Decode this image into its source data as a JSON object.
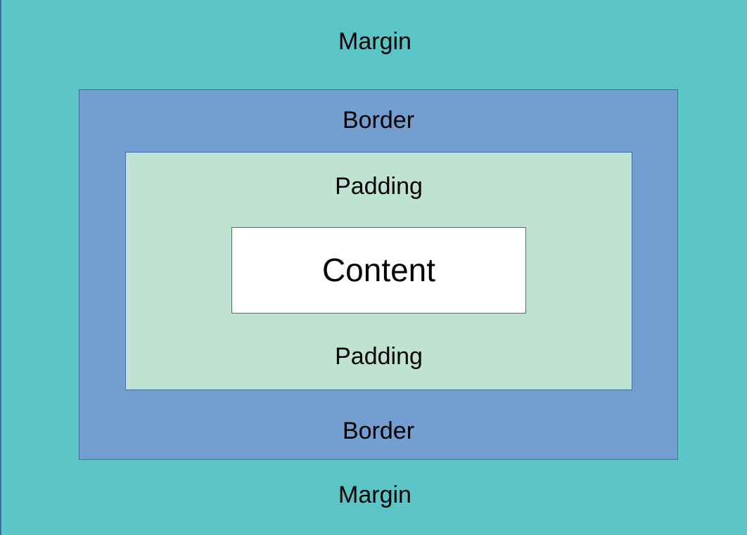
{
  "box_model": {
    "margin": {
      "top_label": "Margin",
      "bottom_label": "Margin",
      "color": "#5bc4c6"
    },
    "border": {
      "top_label": "Border",
      "bottom_label": "Border",
      "color": "#729fcf"
    },
    "padding": {
      "top_label": "Padding",
      "bottom_label": "Padding",
      "color": "#bfe3d3"
    },
    "content": {
      "label": "Content",
      "color": "#ffffff"
    }
  }
}
